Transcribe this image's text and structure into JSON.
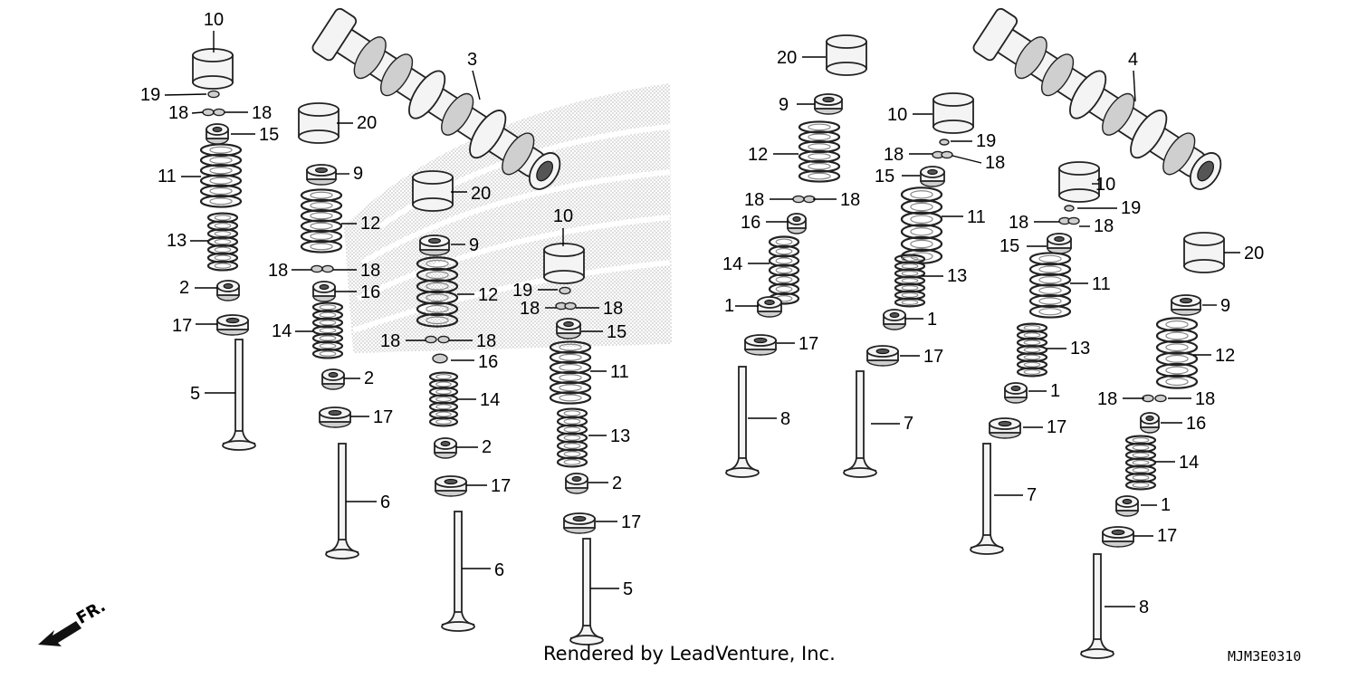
{
  "credit": "Rendered by LeadVenture, Inc.",
  "diagram_code": "MJM3E0310",
  "direction_label": "FR.",
  "callouts": [
    "1",
    "2",
    "3",
    "4",
    "5",
    "6",
    "7",
    "8",
    "9",
    "10",
    "11",
    "12",
    "13",
    "14",
    "15",
    "16",
    "17",
    "18",
    "19",
    "20"
  ],
  "colors": {
    "line": "#000000",
    "part_fill": "#f4f4f4",
    "shade": "#cfcfcf",
    "watermark": "#d0d0d0"
  }
}
